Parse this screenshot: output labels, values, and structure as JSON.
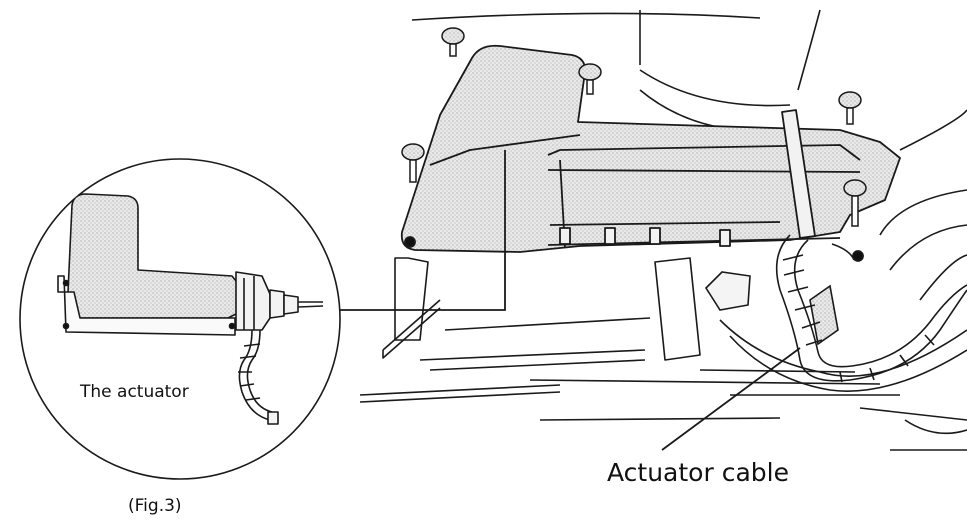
{
  "labels": {
    "inset": "The actuator",
    "callout": "Actuator cable",
    "figure": "(Fig.3)"
  },
  "colors": {
    "line": "#1a1a1a",
    "fill": "#e6e6e6",
    "background": "#ffffff"
  },
  "icons": [
    "bolt-icon",
    "connector-icon"
  ]
}
